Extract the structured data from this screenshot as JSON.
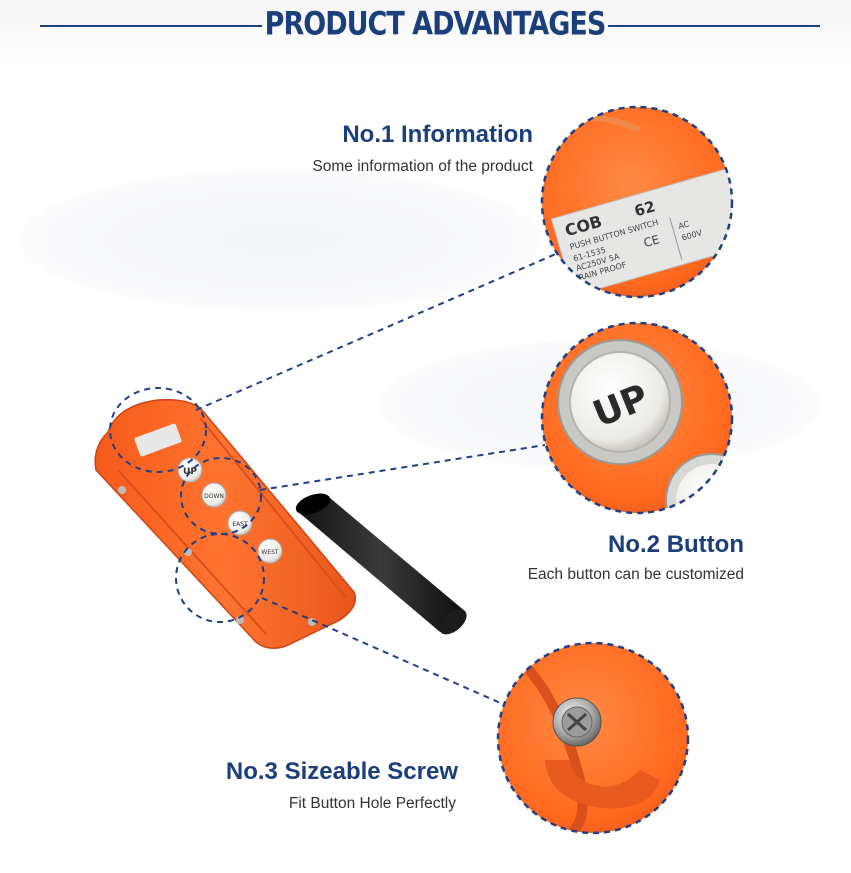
{
  "header": {
    "title": "PRODUCT ADVANTAGES"
  },
  "features": [
    {
      "title": "No.1 Information",
      "desc": "Some information of the product"
    },
    {
      "title": "No.2 Button",
      "desc": "Each button can be customized"
    },
    {
      "title": "No.3 Sizeable Screw",
      "desc": "Fit Button Hole Perfectly"
    }
  ],
  "label": {
    "brand": "COB",
    "model": "62",
    "type": "PUSH BUTTON SWITCH",
    "code": "61-1535",
    "rating": "AC250V 5A",
    "proof": "RAIN PROOF",
    "mark": "CE",
    "ac_label": "AC",
    "ac_value": "600V"
  },
  "buttons": [
    {
      "label": "UP"
    },
    {
      "label": "DOWN"
    },
    {
      "label": "EAST"
    },
    {
      "label": "WEST"
    }
  ],
  "colors": {
    "brand_blue": "#1a3f7a",
    "housing_orange": "#ff6a1f",
    "dashed_blue": "#1f3f86"
  }
}
